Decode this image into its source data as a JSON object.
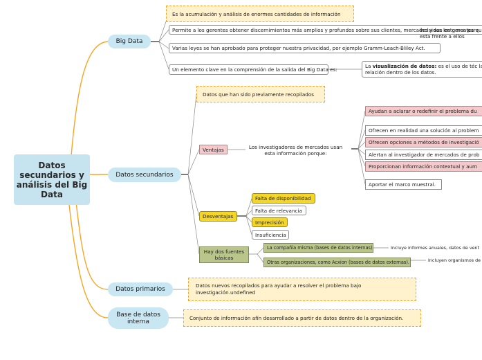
{
  "root": {
    "label": "Datos secundarios y análisis del Big Data"
  },
  "big_data": {
    "label": "Big Data",
    "items": [
      "Es la acumulación y análisis de enormes cantidades de información",
      "Permite a los gerentes obtener discernimientos más amplios y profundos sobre sus clientes, mercados y sus entornos para",
      "Varias leyes se han aprobado para proteger nuestra privacidad, por ejemplo Gramm-Leach-Bliley Act.",
      "Un elemento clave en la comprensión de la salida del Big Data es:"
    ],
    "overlap_note": "incluidos los gerentes qu esta frente a ellos",
    "visual_note": {
      "prefix": "La ",
      "bold": "visualización de datos:",
      "suffix": " es el uso de téc la relación dentro de los datos."
    }
  },
  "secundarios": {
    "label": "Datos secundarios",
    "definition": "Datos que han sido previamente recopilados",
    "ventajas": {
      "label": "Ventajas",
      "reason": "Los investigadores de mercados usan esta información porque:",
      "items": [
        "Ayudan a aclarar o redefinir el problema du",
        "Ofrecen en realidad una solución al problem",
        "Ofrecen opciones a métodos de investigació",
        "Alertan al investigador de mercados de prob",
        "Proporcionan información contextual y aum",
        "Aportar el marco muestral."
      ]
    },
    "desventajas": {
      "label": "Desventajas",
      "items": [
        "Falta de disponibilidad",
        "Falta de relevancia",
        "Imprecisión",
        "Insuficiencia"
      ]
    },
    "fuentes": {
      "label": "Hay dos fuentes básicas",
      "items": [
        {
          "label": "La compañía misma (bases de datos internas)",
          "note": "Incluye informes anuales, datos de vent"
        },
        {
          "label": "Otras organizaciones, como Acxion (bases de datos externas).",
          "note": "Incluyen organismos de"
        }
      ]
    }
  },
  "primarios": {
    "label": "Datos primarios",
    "note": "Datos nuevos recopilados para ayudar a resolver el problema bajo investigación.undefined"
  },
  "interna": {
    "label": "Base de datos interna",
    "note": "Conjunto de información afín desarrollado a partir de datos dentro de la organización."
  },
  "colors": {
    "branch": "#f5a623",
    "connector": "#888888",
    "dark_connector": "#111111"
  }
}
